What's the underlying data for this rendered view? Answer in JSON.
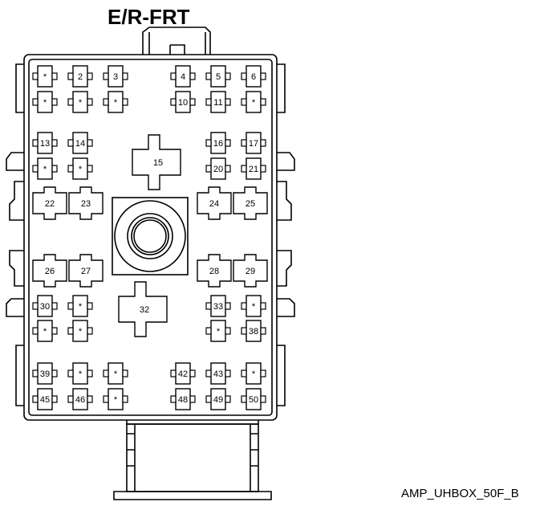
{
  "title": "E/R-FRT",
  "footer_label": "AMP_UHBOX_50F_B",
  "unlabeled_symbol": "*",
  "mini_fuses": [
    {
      "id": "r1c1",
      "label": "*"
    },
    {
      "id": "r1c2",
      "label": "2"
    },
    {
      "id": "r1c3",
      "label": "3"
    },
    {
      "id": "r1c4",
      "label": "4"
    },
    {
      "id": "r1c5",
      "label": "5"
    },
    {
      "id": "r1c6",
      "label": "6"
    },
    {
      "id": "r2c1",
      "label": "*"
    },
    {
      "id": "r2c2",
      "label": "*"
    },
    {
      "id": "r2c3",
      "label": "*"
    },
    {
      "id": "r2c4",
      "label": "10"
    },
    {
      "id": "r2c5",
      "label": "11"
    },
    {
      "id": "r2c6",
      "label": "*"
    },
    {
      "id": "r3c1",
      "label": "13"
    },
    {
      "id": "r3c2",
      "label": "14"
    },
    {
      "id": "r3c5",
      "label": "16"
    },
    {
      "id": "r3c6",
      "label": "17"
    },
    {
      "id": "r4c1",
      "label": "*"
    },
    {
      "id": "r4c2",
      "label": "*"
    },
    {
      "id": "r4c5",
      "label": "20"
    },
    {
      "id": "r4c6",
      "label": "21"
    },
    {
      "id": "r5c1",
      "label": "30"
    },
    {
      "id": "r5c2",
      "label": "*"
    },
    {
      "id": "r5c5",
      "label": "33"
    },
    {
      "id": "r5c6",
      "label": "*"
    },
    {
      "id": "r6c1",
      "label": "*"
    },
    {
      "id": "r6c2",
      "label": "*"
    },
    {
      "id": "r6c5",
      "label": "*"
    },
    {
      "id": "r6c6",
      "label": "38"
    },
    {
      "id": "r7c1",
      "label": "39"
    },
    {
      "id": "r7c2",
      "label": "*"
    },
    {
      "id": "r7c3",
      "label": "*"
    },
    {
      "id": "r7c4",
      "label": "42"
    },
    {
      "id": "r7c5",
      "label": "43"
    },
    {
      "id": "r7c6",
      "label": "*"
    },
    {
      "id": "r8c1",
      "label": "45"
    },
    {
      "id": "r8c2",
      "label": "46"
    },
    {
      "id": "r8c3",
      "label": "*"
    },
    {
      "id": "r8c4",
      "label": "48"
    },
    {
      "id": "r8c5",
      "label": "49"
    },
    {
      "id": "r8c6",
      "label": "50"
    }
  ],
  "relays": [
    {
      "id": "relay22",
      "label": "22"
    },
    {
      "id": "relay23",
      "label": "23"
    },
    {
      "id": "relay24",
      "label": "24"
    },
    {
      "id": "relay25",
      "label": "25"
    },
    {
      "id": "relay26",
      "label": "26"
    },
    {
      "id": "relay27",
      "label": "27"
    },
    {
      "id": "relay28",
      "label": "28"
    },
    {
      "id": "relay29",
      "label": "29"
    }
  ],
  "large_relays": [
    {
      "id": "relay15",
      "label": "15"
    },
    {
      "id": "relay32",
      "label": "32"
    }
  ]
}
